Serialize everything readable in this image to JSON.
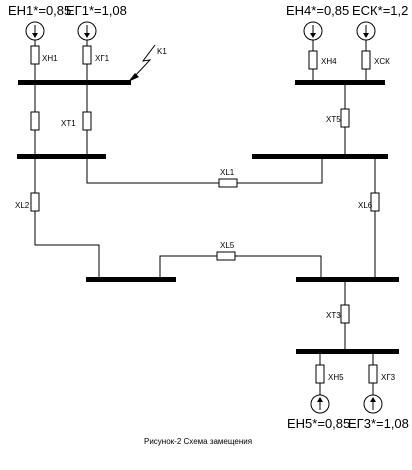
{
  "sources": {
    "eh1": "ЕН1*=0,85",
    "eg1": "ЕГ1*=1,08",
    "eh4": "ЕН4*=0,85",
    "esk": "ЕСК*=1,2",
    "eh5": "ЕН5*=0,85",
    "eg3": "ЕГ3*=1,08"
  },
  "reactances": {
    "xh1": "XН1",
    "xg1": "XГ1",
    "xh4": "XН4",
    "xsk": "XСК",
    "xt1": "XТ1",
    "xt5": "XТ5",
    "xl1": "XL1",
    "xl2": "XL2",
    "xl6": "XL6",
    "xl5": "XL5",
    "xt3": "XТ3",
    "xh5": "XН5",
    "xg3": "XГ3"
  },
  "fault": {
    "label": "K1"
  },
  "caption": "Рисунок-2 Схема замещения"
}
